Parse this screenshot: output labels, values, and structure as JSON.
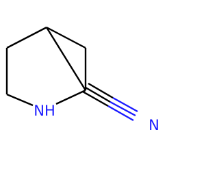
{
  "molecule": {
    "atoms": [
      {
        "id": "nh",
        "symbol": "NH",
        "color": "#1a1aff"
      },
      {
        "id": "n",
        "symbol": "N",
        "color": "#1a1aff"
      }
    ],
    "colors": {
      "carbon_bond": "#000000",
      "nitrogen": "#1a1aff",
      "background": "#ffffff"
    }
  }
}
